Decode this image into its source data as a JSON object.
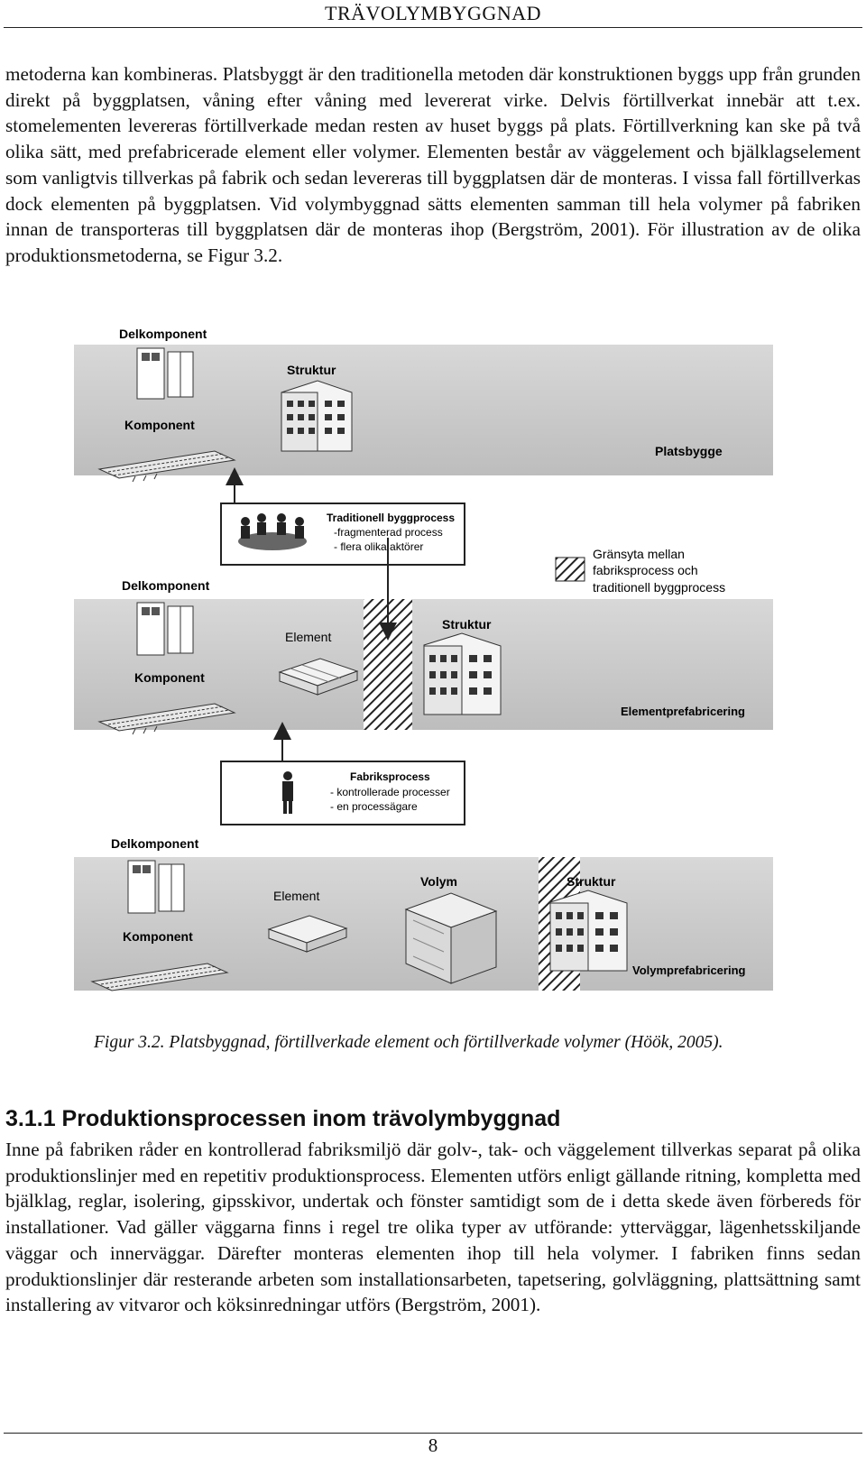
{
  "header": {
    "title": "TRÄVOLYMBYGGNAD"
  },
  "intro_paragraph": "metoderna kan kombineras. Platsbyggt är den traditionella metoden där konstruktionen byggs upp från grunden direkt på byggplatsen, våning efter våning med levererat virke. Delvis förtillverkat innebär att t.ex. stomelementen levereras förtillverkade medan resten av huset byggs på plats. Förtillverkning kan ske på två olika sätt, med prefabricerade element eller volymer. Elementen består av väggelement och bjälklagselement som vanligtvis tillverkas på fabrik och sedan levereras till byggplatsen där de monteras. I vissa fall förtillverkas dock elementen på byggplatsen. Vid volymbyggnad sätts elementen samman till hela volymer på fabriken innan de transporteras till byggplatsen där de monteras ihop (Bergström, 2001). För illustration av de olika produktionsmetoderna, se Figur 3.2.",
  "figure": {
    "panel1": {
      "delkomponent": "Delkomponent",
      "struktur": "Struktur",
      "komponent": "Komponent",
      "method": "Platsbygge"
    },
    "traditional_box": {
      "title": "Traditionell byggprocess",
      "line1": "-fragmenterad process",
      "line2": "- flera olika aktörer"
    },
    "legend": {
      "line1": "Gränsyta mellan",
      "line2": "fabriksprocess och",
      "line3": "traditionell byggprocess"
    },
    "panel2": {
      "delkomponent": "Delkomponent",
      "element": "Element",
      "struktur": "Struktur",
      "komponent": "Komponent",
      "method": "Elementprefabricering"
    },
    "factory_box": {
      "title": "Fabriksprocess",
      "line1": "- kontrollerade processer",
      "line2": "- en processägare"
    },
    "panel3": {
      "delkomponent": "Delkomponent",
      "element": "Element",
      "volym": "Volym",
      "struktur": "Struktur",
      "komponent": "Komponent",
      "method": "Volymprefabricering"
    }
  },
  "caption": "Figur 3.2. Platsbyggnad, förtillverkade element och förtillverkade volymer (Höök, 2005).",
  "section_heading": "3.1.1 Produktionsprocessen inom trävolymbyggnad",
  "body_paragraph": "Inne på fabriken råder en kontrollerad fabriksmiljö där golv-, tak- och väggelement tillverkas separat på olika produktionslinjer med en repetitiv produktionsprocess. Elementen utförs enligt gällande ritning, kompletta med bjälklag, reglar, isolering, gipsskivor, undertak och fönster samtidigt som de i detta skede även förbereds för installationer. Vad gäller väggarna finns i regel tre olika typer av utförande: ytterväggar, lägenhetsskiljande väggar och innerväggar. Därefter monteras elementen ihop till hela volymer. I fabriken finns sedan produktionslinjer där resterande arbeten som installationsarbeten, tapetsering, golvläggning, plattsättning samt installering av vitvaror och köksinredningar utförs (Bergström, 2001).",
  "page_number": "8"
}
